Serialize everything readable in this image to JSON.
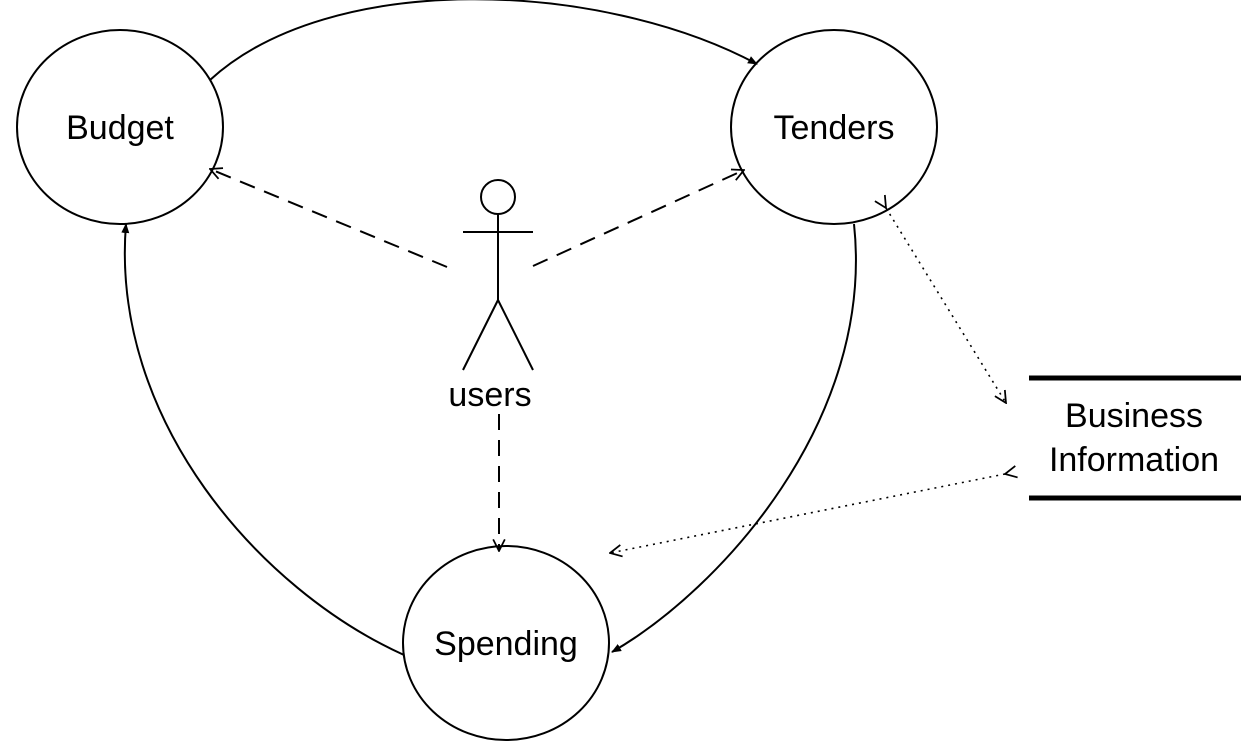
{
  "nodes": {
    "budget": {
      "label": "Budget"
    },
    "tenders": {
      "label": "Tenders"
    },
    "spending": {
      "label": "Spending"
    },
    "actor": {
      "label": "users"
    },
    "datastore": {
      "line1": "Business",
      "line2": "Information"
    }
  },
  "edges": [
    {
      "from": "Budget",
      "to": "Tenders",
      "style": "solid"
    },
    {
      "from": "Tenders",
      "to": "Spending",
      "style": "solid"
    },
    {
      "from": "Spending",
      "to": "Budget",
      "style": "solid"
    },
    {
      "from": "users",
      "to": "Budget",
      "style": "dashed"
    },
    {
      "from": "users",
      "to": "Tenders",
      "style": "dashed"
    },
    {
      "from": "users",
      "to": "Spending",
      "style": "dashed"
    },
    {
      "from": "Business Information",
      "to": "Tenders",
      "style": "dotted",
      "bidirectional": true
    },
    {
      "from": "Business Information",
      "to": "Spending",
      "style": "dotted",
      "bidirectional": true
    }
  ]
}
